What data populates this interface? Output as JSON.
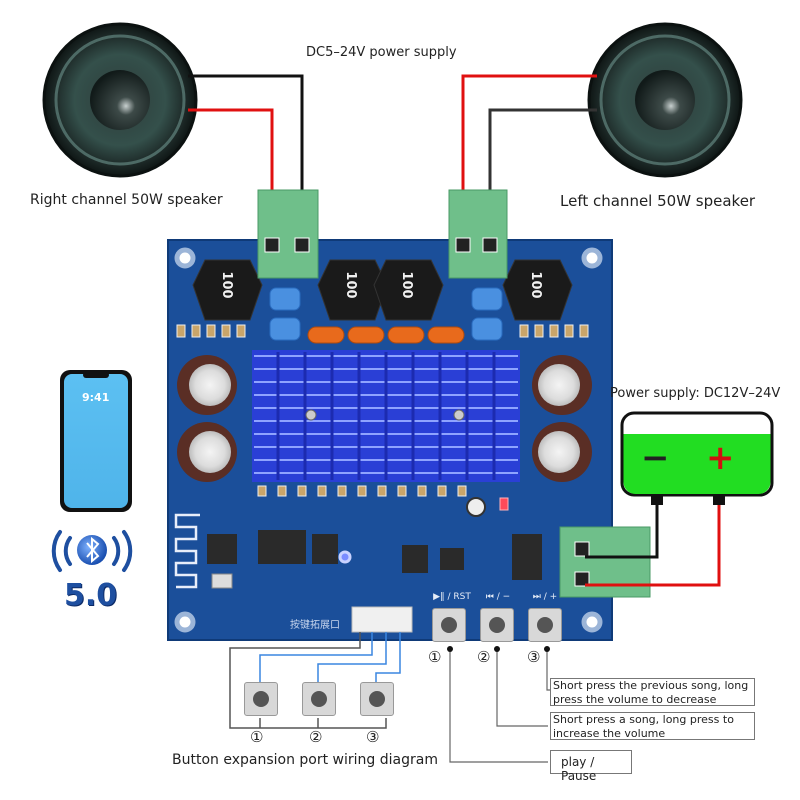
{
  "labels": {
    "dc_supply_top": "DC5–24V power supply",
    "right_speaker": "Right channel 50W speaker",
    "left_speaker": "Left channel 50W speaker",
    "power_supply": "Power supply: DC12V–24V",
    "button_expansion": "Button expansion port wiring diagram",
    "bluetooth_version": "5.0",
    "phone_time": "9:41",
    "expansion_port_silk": "按键拓展口"
  },
  "battery": {
    "minus": "−",
    "plus": "+",
    "fill_color": "#22dd22"
  },
  "inductors": [
    "100",
    "100",
    "100",
    "100"
  ],
  "board_buttons": [
    {
      "id": "1",
      "silk": "▶‖ / RST",
      "marker": "①",
      "function": "play / Pause"
    },
    {
      "id": "2",
      "silk": "⏮ / −",
      "marker": "②",
      "function": "Short press a song, long press to increase the volume"
    },
    {
      "id": "3",
      "silk": "⏭ / +",
      "marker": "③",
      "function": "Short press the previous song, long press the volume to decrease"
    }
  ],
  "expansion_buttons": [
    {
      "marker": "①"
    },
    {
      "marker": "②"
    },
    {
      "marker": "③"
    }
  ],
  "colors": {
    "pcb": "#1b4f9a",
    "heatsink": "#2a3fd6",
    "terminal": "#6fbf8a",
    "wire_red": "#e01010",
    "wire_black": "#111111",
    "wire_blue": "#3a86e0"
  }
}
